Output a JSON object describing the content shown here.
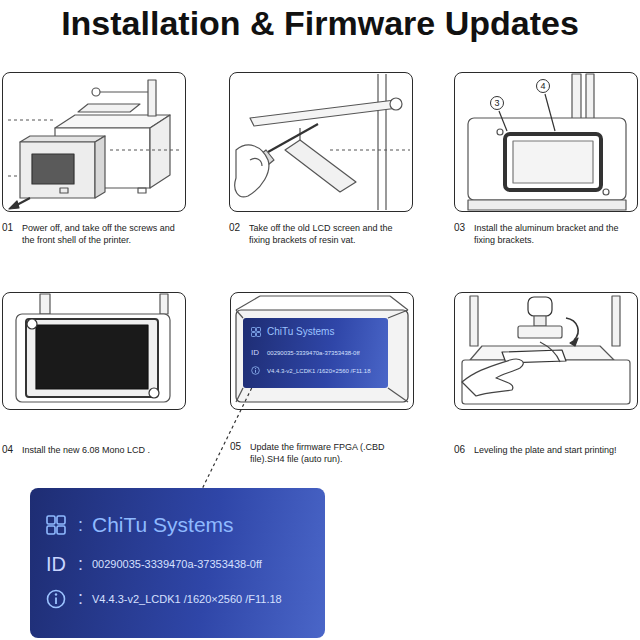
{
  "diagram": {
    "title": "Installation & Firmware Updates",
    "nodes": [
      {
        "text": [
          "01",
          "Power off, and take off the screws and the front shell of the printer."
        ]
      },
      {
        "text": [
          "02",
          "Take off the old LCD screen and the fixing brackets of resin vat."
        ]
      },
      {
        "text": [
          "03",
          "Install the aluminum bracket and the fixing brackets."
        ]
      },
      {
        "text": [
          "3"
        ],
        "in": 2
      },
      {
        "text": [
          "4"
        ],
        "in": 2
      },
      {
        "text": [
          "04",
          "Install the new 6.08 Mono LCD ."
        ]
      },
      {
        "text": [
          "05",
          "Update the firmware FPGA (.CBD file).SH4 file (auto run)."
        ]
      },
      {
        "text": [
          "ChiTu Systems",
          "ID",
          "00290035-3339470a-37353438-0ff",
          "V4.4.3-v2_LCDK1 /1620×2560 /F11.18"
        ],
        "in": 6
      },
      {
        "text": [
          "06",
          "Leveling the plate and start printing!"
        ]
      },
      {
        "text": [
          ":",
          "ChiTu Systems",
          "ID",
          ":",
          "00290035-3339470a-37353438-0ff",
          ":",
          "V4.4.3-v2_LCDK1 /1620×2560 /F11.18"
        ]
      }
    ],
    "edges": [
      {
        "from": 7,
        "to": 9,
        "arrow": "none"
      }
    ]
  }
}
